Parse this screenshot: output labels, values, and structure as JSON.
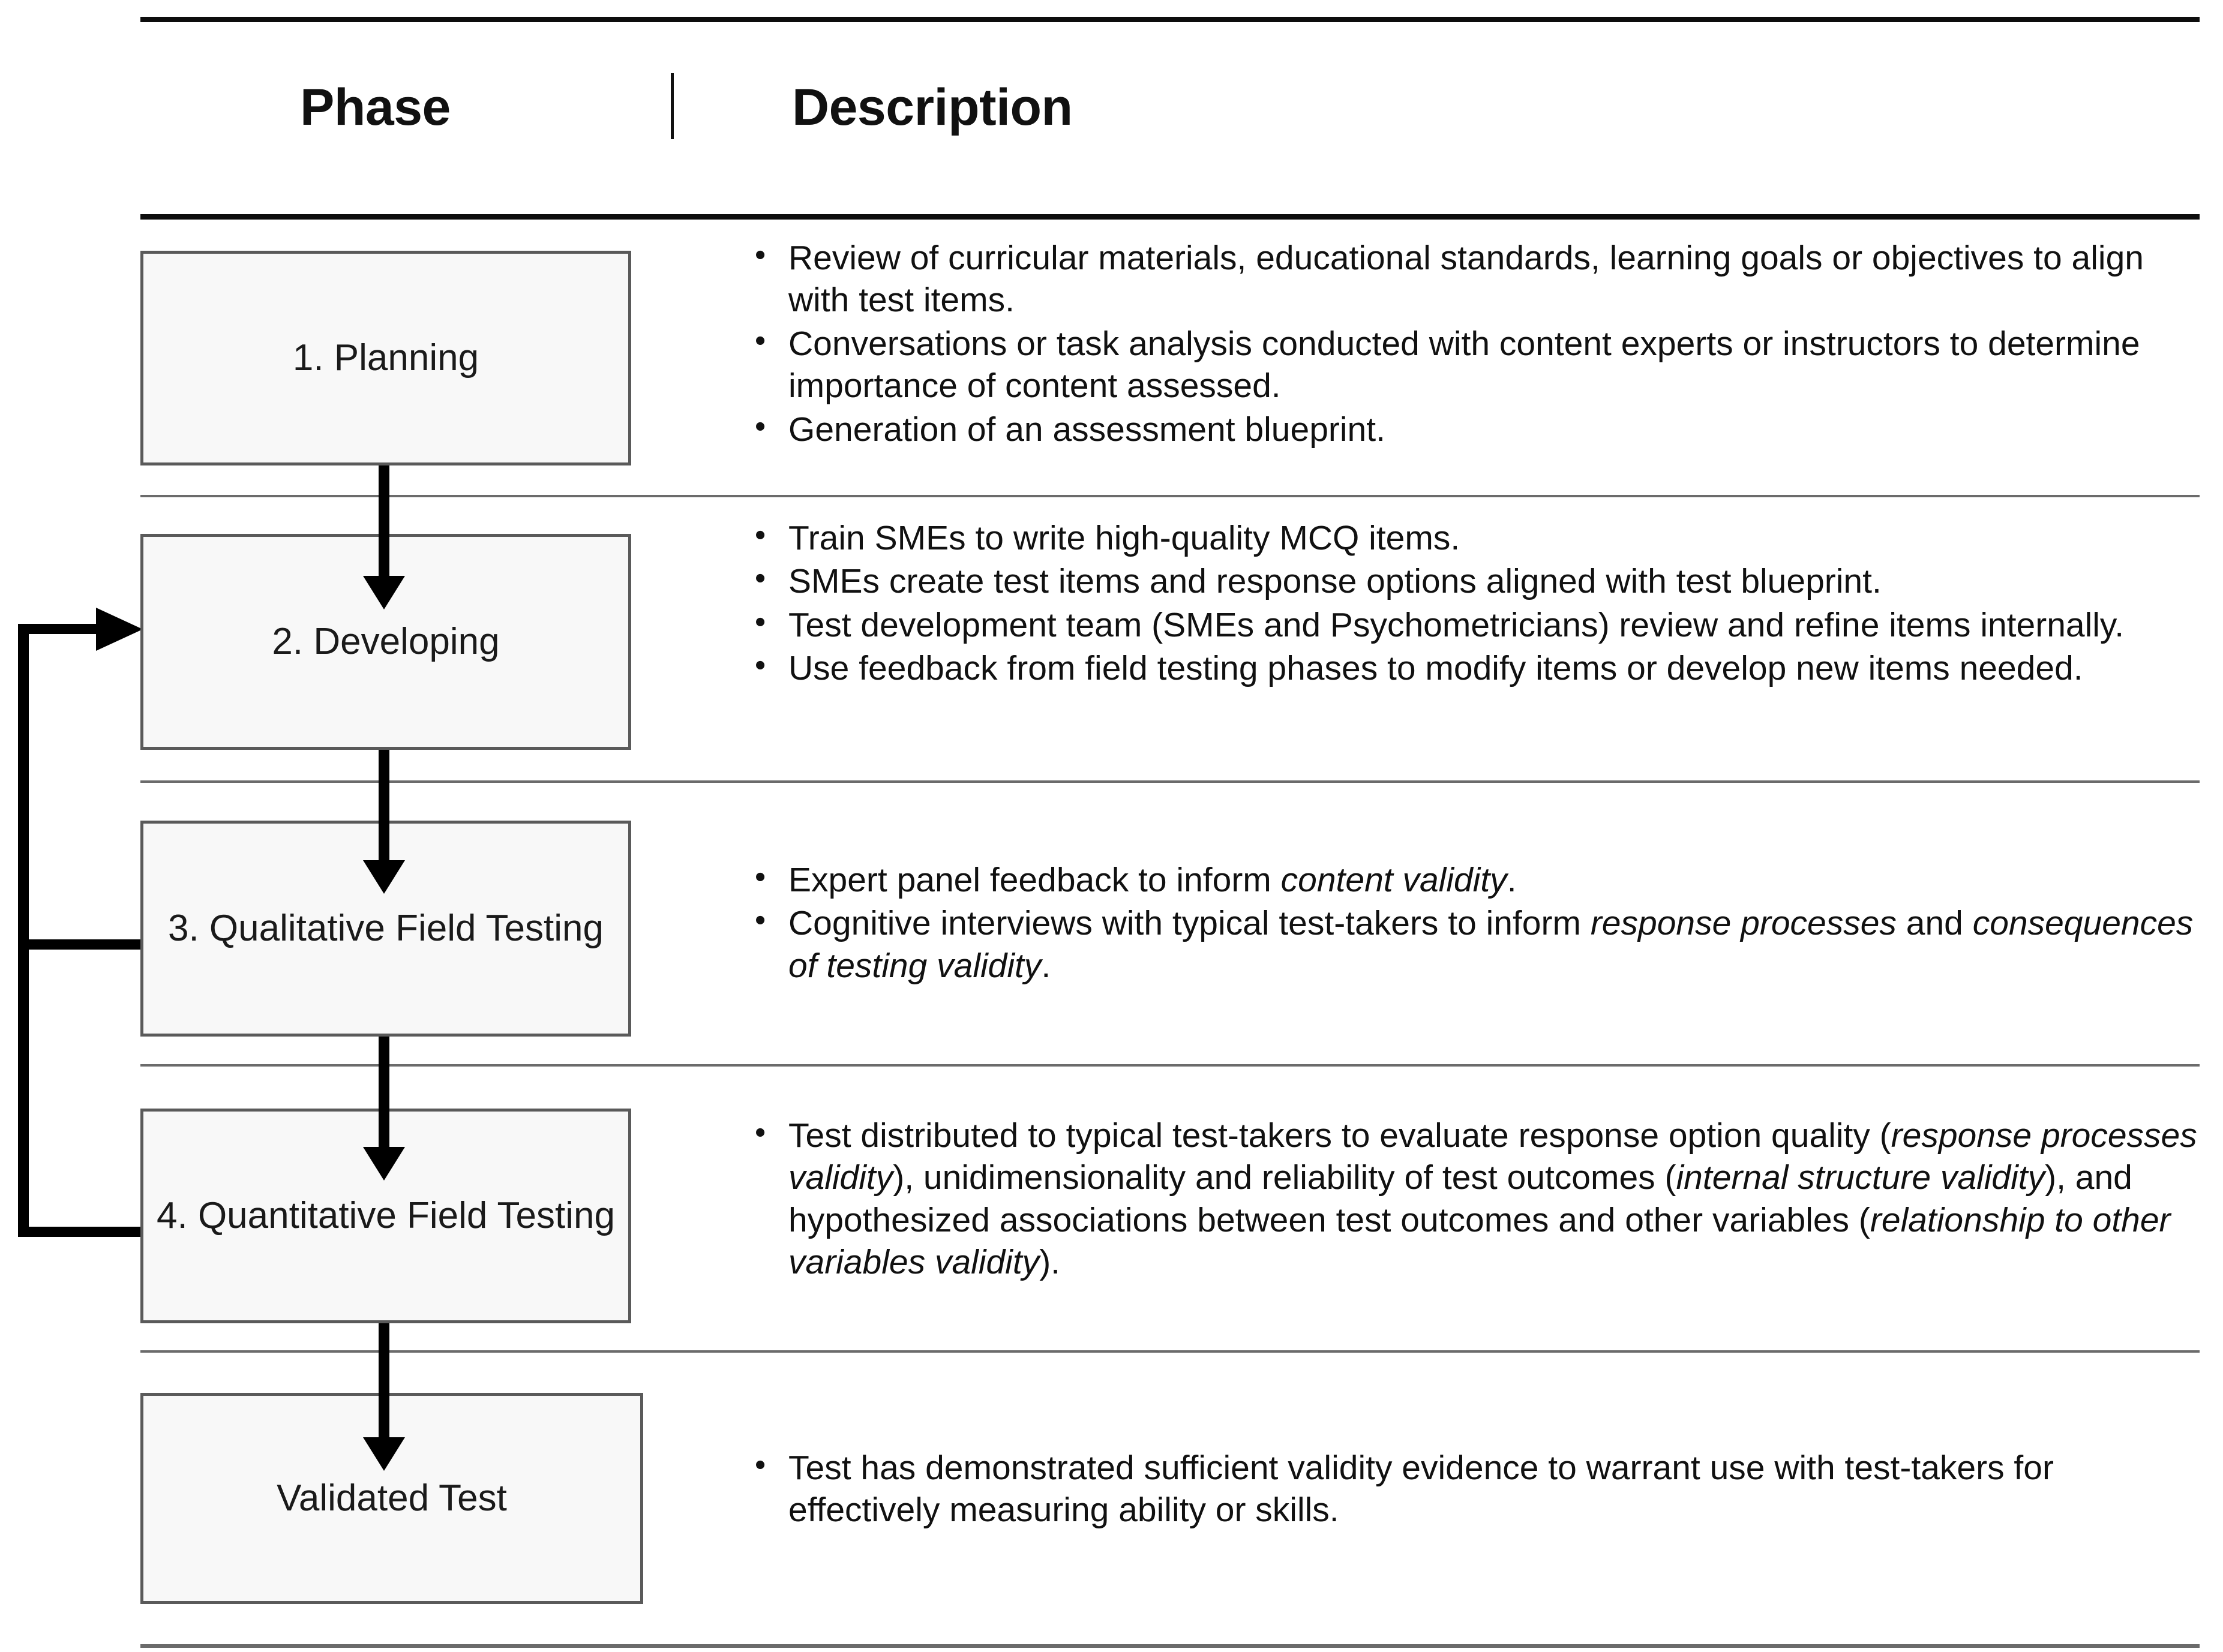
{
  "header": {
    "phase_label": "Phase",
    "description_label": "Description",
    "separator": "vertical-bar"
  },
  "rows": [
    {
      "phase": "1. Planning",
      "bullets": [
        [
          {
            "text": "Review of curricular materials, educational standards, learning goals or objectives to align with test items.",
            "italic": false
          }
        ],
        [
          {
            "text": "Conversations or task analysis conducted with content experts or instructors to determine importance of content assessed.",
            "italic": false
          }
        ],
        [
          {
            "text": "Generation of an assessment blueprint.",
            "italic": false
          }
        ]
      ]
    },
    {
      "phase": "2. Developing",
      "bullets": [
        [
          {
            "text": "Train SMEs to write high-quality MCQ items.",
            "italic": false
          }
        ],
        [
          {
            "text": "SMEs create test items and response options aligned with test blueprint.",
            "italic": false
          }
        ],
        [
          {
            "text": "Test development team (SMEs and Psychometricians) review and refine items internally.",
            "italic": false
          }
        ],
        [
          {
            "text": "Use feedback from field testing phases to modify items or develop new items needed.",
            "italic": false
          }
        ]
      ]
    },
    {
      "phase": "3. Qualitative Field Testing",
      "bullets": [
        [
          {
            "text": "Expert panel feedback to inform ",
            "italic": false
          },
          {
            "text": "content validity",
            "italic": true
          },
          {
            "text": ".",
            "italic": false
          }
        ],
        [
          {
            "text": "Cognitive interviews with typical test-takers to inform ",
            "italic": false
          },
          {
            "text": "response processes",
            "italic": true
          },
          {
            "text": " and ",
            "italic": false
          },
          {
            "text": "consequences of testing validity",
            "italic": true
          },
          {
            "text": ".",
            "italic": false
          }
        ]
      ]
    },
    {
      "phase": "4. Quantitative Field Testing",
      "bullets": [
        [
          {
            "text": "Test distributed to typical test-takers to evaluate response option quality (",
            "italic": false
          },
          {
            "text": "response processes validity",
            "italic": true
          },
          {
            "text": "), unidimensionality and reliability of test outcomes (",
            "italic": false
          },
          {
            "text": "internal structure validity",
            "italic": true
          },
          {
            "text": "), and hypothesized associations between test outcomes and other variables (",
            "italic": false
          },
          {
            "text": "relationship to other variables validity",
            "italic": true
          },
          {
            "text": ").",
            "italic": false
          }
        ]
      ]
    },
    {
      "phase": "Validated Test",
      "bullets": [
        [
          {
            "text": "Test has demonstrated sufficient validity evidence to warrant use with test-takers for effectively measuring ability or skills.",
            "italic": false
          }
        ]
      ]
    }
  ],
  "flow": {
    "forward_arrows": 4,
    "feedback_loop": {
      "from": [
        "3. Qualitative Field Testing",
        "4. Quantitative Field Testing"
      ],
      "to": "2. Developing"
    }
  },
  "colors": {
    "box_fill": "#f8f8f8",
    "box_border": "#5a5a5a",
    "rule_heavy": "#0d0d0d",
    "rule_thin": "#6b6b6b",
    "arrow": "#000000",
    "text": "#111111",
    "background": "#ffffff"
  }
}
